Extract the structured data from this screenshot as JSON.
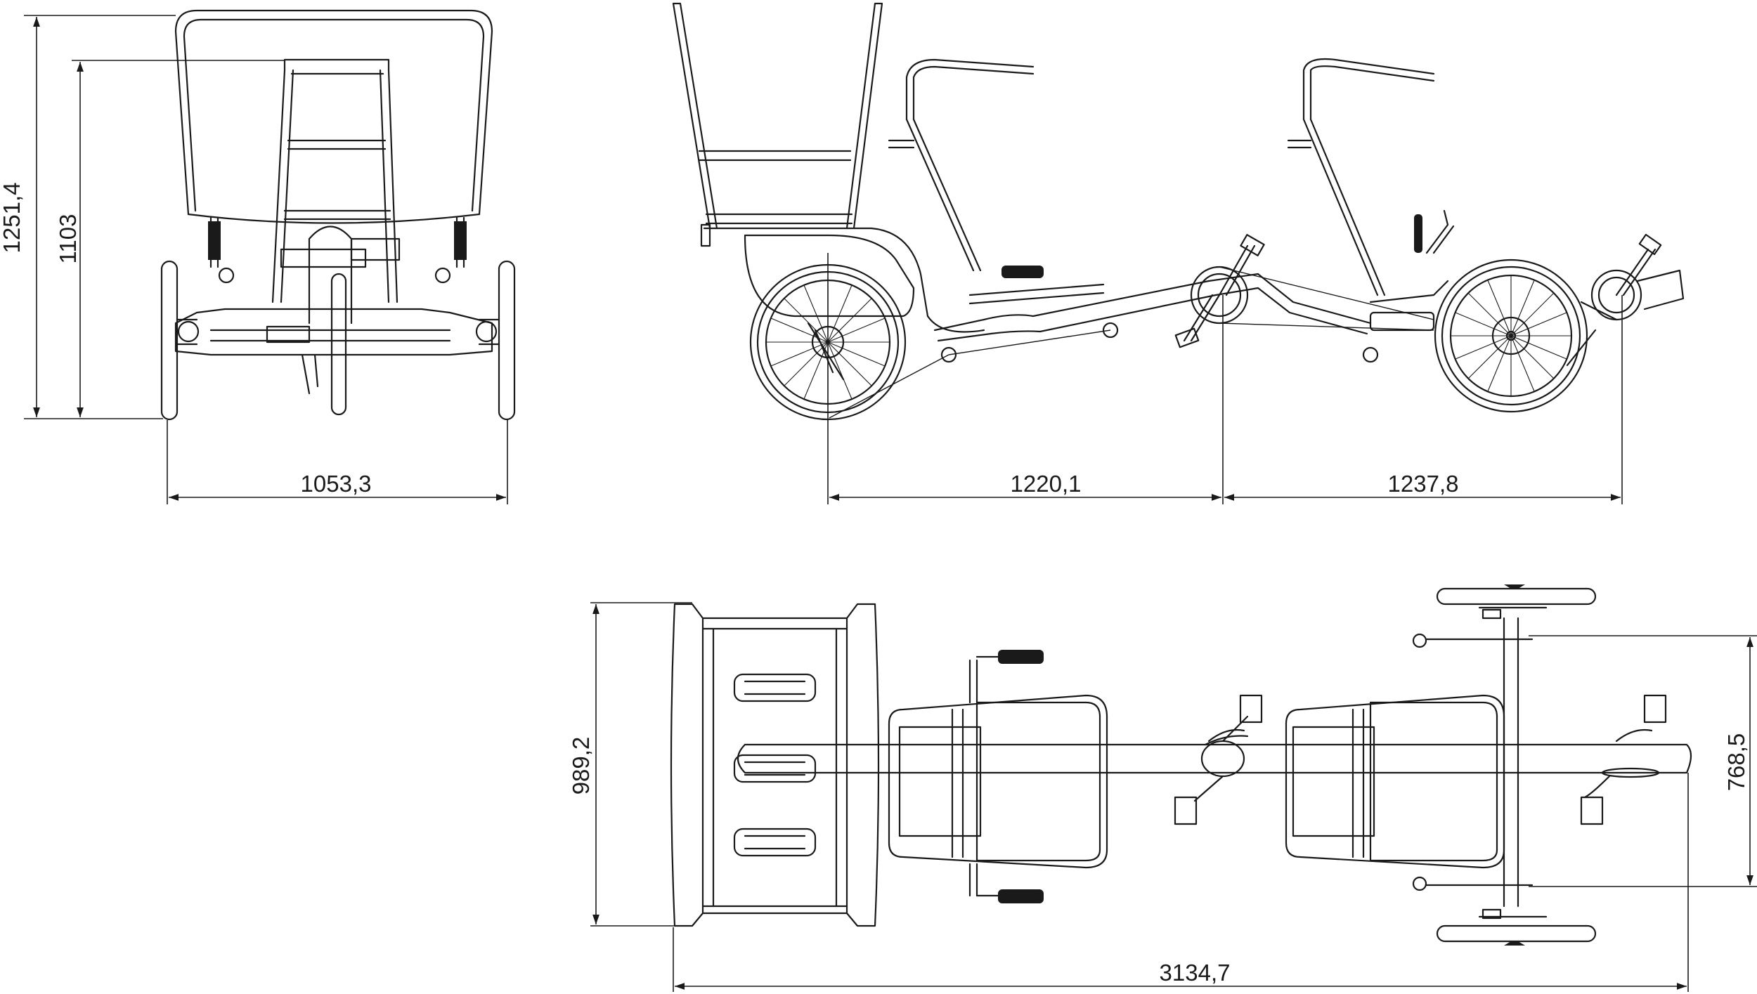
{
  "drawing": {
    "views": [
      "front-view",
      "side-view",
      "top-view"
    ],
    "dimensions": {
      "front_total_height": "1251,4",
      "front_seat_height": "1103",
      "front_track_width": "1053,3",
      "side_rear_to_crank": "1220,1",
      "side_crank_to_front": "1237,8",
      "top_rear_width": "989,2",
      "top_front_width": "768,5",
      "top_total_length": "3134,7"
    }
  }
}
